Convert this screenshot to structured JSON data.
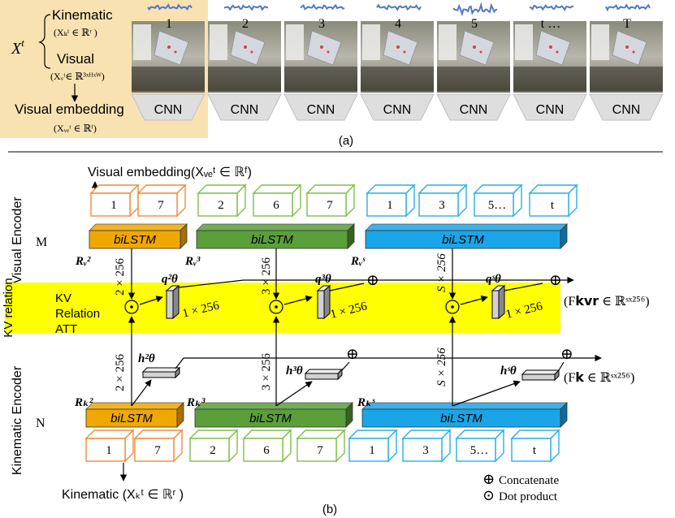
{
  "top": {
    "xt": "X",
    "xt_sup": "t",
    "kinematic": "Kinematic",
    "kinematic_def": "(Xₖᵗ ∈ ℝʳ )",
    "visual": "Visual",
    "visual_def": "(Xᵥᵗ∈ ℝ³ˣᴴˣᵂ)",
    "visual_embedding": "Visual embedding",
    "visual_embedding_def": "(Xᵥₑᵗ ∈ ℝᶠ)",
    "frames": [
      "1",
      "2",
      "3",
      "4",
      "5",
      "t …",
      "T"
    ],
    "cnn_label": "CNN",
    "caption": "(a)"
  },
  "bottom": {
    "visual_encoder": "Visual Encoder",
    "kinematic_encoder": "Kinematic Encoder",
    "kv_relation": "KV relation",
    "M": "M",
    "N": "N",
    "visual_embedding_label": "Visual embedding(Xᵥₑᵗ ∈ ℝᶠ)",
    "kinematic_label": "Kinematic  (Xₖᵗ ∈ ℝʳ )",
    "visual_boxes_1": [
      "1",
      "7"
    ],
    "visual_boxes_2": [
      "2",
      "6",
      "7"
    ],
    "visual_boxes_3": [
      "1",
      "3",
      "5…",
      "t"
    ],
    "kin_boxes_1": [
      "1",
      "7"
    ],
    "kin_boxes_2": [
      "2",
      "6",
      "7"
    ],
    "kin_boxes_3": [
      "1",
      "3",
      "5…",
      "t"
    ],
    "bilstm": "biLSTM",
    "Rv": [
      "Rᵥ²",
      "Rᵥ³",
      "Rᵥˢ"
    ],
    "Rk": [
      "Rₖ²",
      "Rₖ³",
      "Rₖˢ"
    ],
    "dims_v": [
      "2 × 256",
      "3 × 256",
      "S × 256"
    ],
    "dims_k": [
      "2 × 256",
      "3 × 256",
      "S × 256"
    ],
    "kv_lines": [
      "KV",
      "Relation",
      "ATT"
    ],
    "q": [
      "q²θ",
      "q³θ",
      "qˢθ"
    ],
    "h": [
      "h²θ",
      "h³θ",
      "hˢθ"
    ],
    "vec_dim": "1 × 256",
    "F_kvr": "(F𝗸𝘃𝗿 ∈ ℝˢˣ²⁵⁶)",
    "F_k": "(F𝗸 ∈ ℝˢˣ²⁵⁶)",
    "oplus": "⊕",
    "odot": "⊙",
    "legend_concat": "Concatenate",
    "legend_dot": "Dot product",
    "caption": "(b)"
  },
  "colors": {
    "tan_panel": "#f9e2b1",
    "yellow_band": "#ffff00",
    "orange": "#f0a800",
    "green": "#5a9f3a",
    "blue": "#1aa5e8",
    "orange_outline": "#f08c3a",
    "green_outline": "#7fbf4a",
    "blue_outline": "#29aee8",
    "signal": "#4f79c8"
  }
}
